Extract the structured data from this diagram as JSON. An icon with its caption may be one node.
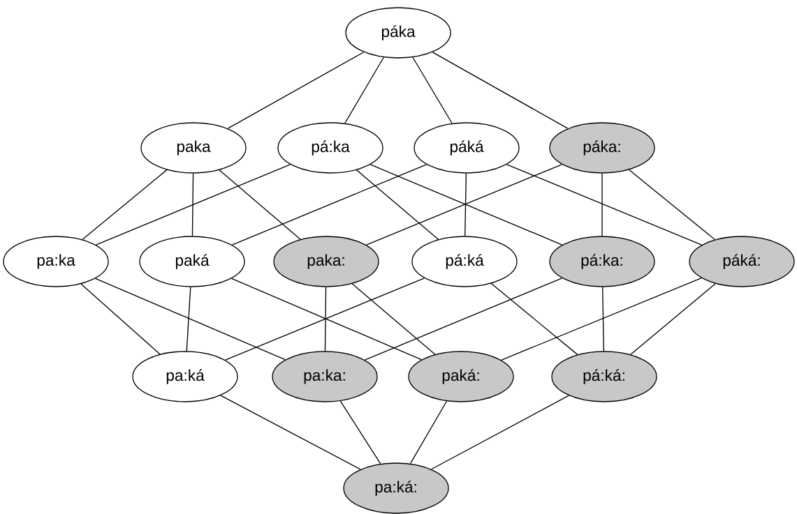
{
  "diagram": {
    "nodes": [
      {
        "text": [
          "páka"
        ]
      },
      {
        "text": [
          "paka"
        ]
      },
      {
        "text": [
          "pá:ka"
        ]
      },
      {
        "text": [
          "páká"
        ]
      },
      {
        "text": [
          "páka:"
        ]
      },
      {
        "text": [
          "pa:ka"
        ]
      },
      {
        "text": [
          "paká"
        ]
      },
      {
        "text": [
          "paka:"
        ]
      },
      {
        "text": [
          "pá:ká"
        ]
      },
      {
        "text": [
          "pá:ka:"
        ]
      },
      {
        "text": [
          "páká:"
        ]
      },
      {
        "text": [
          "pa:ká"
        ]
      },
      {
        "text": [
          "pa:ka:"
        ]
      },
      {
        "text": [
          "paká:"
        ]
      },
      {
        "text": [
          "pá:ká:"
        ]
      },
      {
        "text": [
          "pa:ká:"
        ]
      }
    ],
    "edges": [
      {
        "from": 0,
        "to": 1,
        "arrow": "none"
      },
      {
        "from": 0,
        "to": 2,
        "arrow": "none"
      },
      {
        "from": 0,
        "to": 3,
        "arrow": "none"
      },
      {
        "from": 0,
        "to": 4,
        "arrow": "none"
      },
      {
        "from": 1,
        "to": 5,
        "arrow": "none"
      },
      {
        "from": 1,
        "to": 6,
        "arrow": "none"
      },
      {
        "from": 1,
        "to": 7,
        "arrow": "none"
      },
      {
        "from": 2,
        "to": 5,
        "arrow": "none"
      },
      {
        "from": 2,
        "to": 8,
        "arrow": "none"
      },
      {
        "from": 2,
        "to": 9,
        "arrow": "none"
      },
      {
        "from": 3,
        "to": 6,
        "arrow": "none"
      },
      {
        "from": 3,
        "to": 8,
        "arrow": "none"
      },
      {
        "from": 3,
        "to": 10,
        "arrow": "none"
      },
      {
        "from": 4,
        "to": 7,
        "arrow": "none"
      },
      {
        "from": 4,
        "to": 9,
        "arrow": "none"
      },
      {
        "from": 4,
        "to": 10,
        "arrow": "none"
      },
      {
        "from": 5,
        "to": 11,
        "arrow": "none"
      },
      {
        "from": 5,
        "to": 12,
        "arrow": "none"
      },
      {
        "from": 6,
        "to": 11,
        "arrow": "none"
      },
      {
        "from": 6,
        "to": 13,
        "arrow": "none"
      },
      {
        "from": 7,
        "to": 12,
        "arrow": "none"
      },
      {
        "from": 7,
        "to": 13,
        "arrow": "none"
      },
      {
        "from": 8,
        "to": 11,
        "arrow": "none"
      },
      {
        "from": 8,
        "to": 14,
        "arrow": "none"
      },
      {
        "from": 9,
        "to": 12,
        "arrow": "none"
      },
      {
        "from": 9,
        "to": 14,
        "arrow": "none"
      },
      {
        "from": 10,
        "to": 13,
        "arrow": "none"
      },
      {
        "from": 10,
        "to": 14,
        "arrow": "none"
      },
      {
        "from": 11,
        "to": 15,
        "arrow": "none"
      },
      {
        "from": 12,
        "to": 15,
        "arrow": "none"
      },
      {
        "from": 13,
        "to": 15,
        "arrow": "none"
      },
      {
        "from": 14,
        "to": 15,
        "arrow": "none"
      }
    ]
  }
}
